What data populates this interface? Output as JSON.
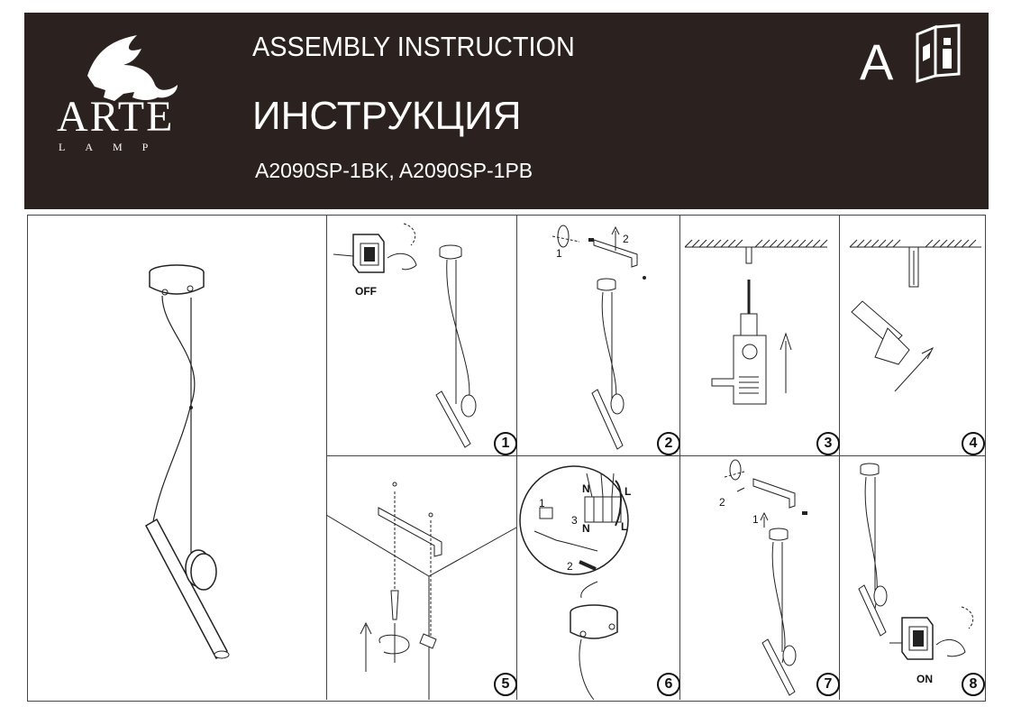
{
  "brand": {
    "name": "ARTE",
    "sub": "LAMP"
  },
  "header": {
    "title_en": "ASSEMBLY INSTRUCTION",
    "title_ru": "ИНСТРУКЦИЯ",
    "models": "A2090SP-1BK,  A2090SP-1PB",
    "lang_letter": "A",
    "icon": "info-book-icon"
  },
  "colors": {
    "header_bg": "#2b211e",
    "text_light": "#ffffff",
    "line": "#444444"
  },
  "steps": [
    {
      "number": "1",
      "label": "OFF"
    },
    {
      "number": "2",
      "label_a": "1",
      "label_b": "2"
    },
    {
      "number": "3"
    },
    {
      "number": "4"
    },
    {
      "number": "5"
    },
    {
      "number": "6",
      "label_a": "1",
      "label_b": "2",
      "label_c": "3",
      "wire_n1": "N",
      "wire_l1": "L",
      "wire_n2": "N",
      "wire_l2": "L"
    },
    {
      "number": "7",
      "label_a": "2",
      "label_b": "1"
    },
    {
      "number": "8",
      "label": "ON"
    }
  ]
}
